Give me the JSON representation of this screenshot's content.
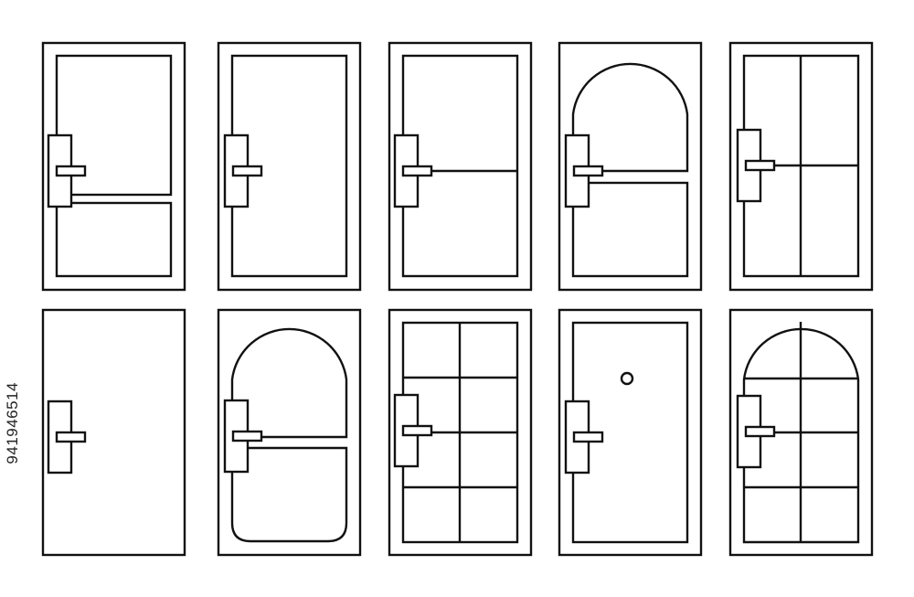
{
  "watermark": {
    "stock_id": "941946514"
  },
  "colors": {
    "stroke": "#111111",
    "background": "#ffffff"
  },
  "doors": [
    {
      "name": "door-1",
      "style": "upper-lower-panels"
    },
    {
      "name": "door-2",
      "style": "single-panel"
    },
    {
      "name": "door-3",
      "style": "split-line"
    },
    {
      "name": "door-4",
      "style": "arched-two-panels"
    },
    {
      "name": "door-5",
      "style": "four-panels"
    },
    {
      "name": "door-6",
      "style": "flush-no-frame"
    },
    {
      "name": "door-7",
      "style": "arched-rounded-panels"
    },
    {
      "name": "door-8",
      "style": "eight-grid"
    },
    {
      "name": "door-9",
      "style": "peephole"
    },
    {
      "name": "door-10",
      "style": "arched-grid"
    }
  ]
}
